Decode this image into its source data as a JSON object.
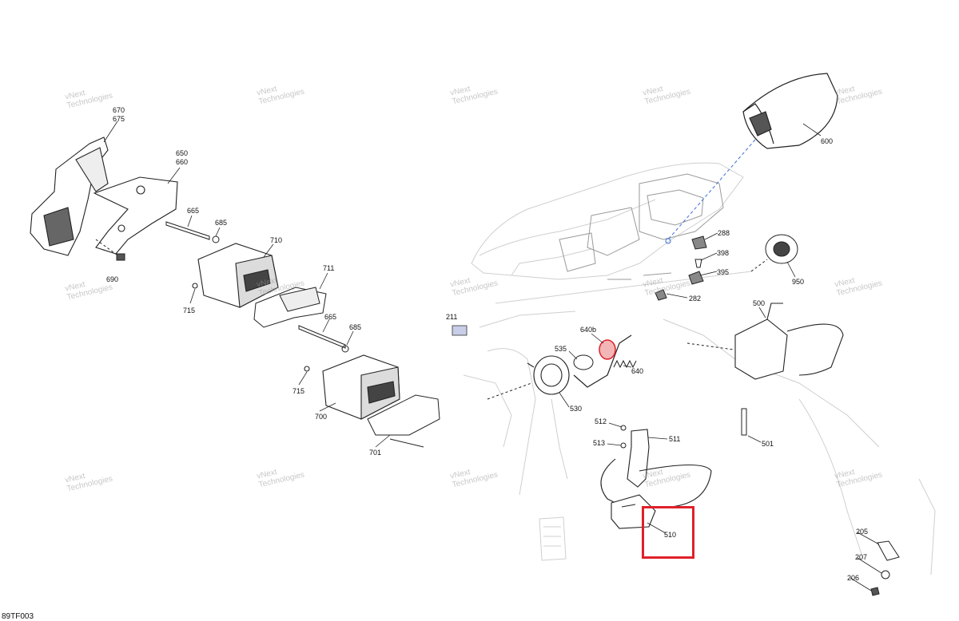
{
  "diagram": {
    "code": "89TF003",
    "watermark": "vNext\nTechnologies",
    "highlight_color": "#e0202a",
    "highlight_part": "510",
    "labels": {
      "l670": "670",
      "l675": "675",
      "l650": "650",
      "l660": "660",
      "l665a": "665",
      "l685a": "685",
      "l710": "710",
      "l711": "711",
      "l690": "690",
      "l715a": "715",
      "l665b": "665",
      "l685b": "685",
      "l715b": "715",
      "l700": "700",
      "l701": "701",
      "l211": "211",
      "l600": "600",
      "l288": "288",
      "l398": "398",
      "l395": "395",
      "l282": "282",
      "l950": "950",
      "l500": "500",
      "l640b": "640b",
      "l535": "535",
      "l640": "640",
      "l530": "530",
      "l512": "512",
      "l513": "513",
      "l511": "511",
      "l501": "501",
      "l510": "510",
      "l205": "205",
      "l207": "207",
      "l206": "206"
    }
  }
}
